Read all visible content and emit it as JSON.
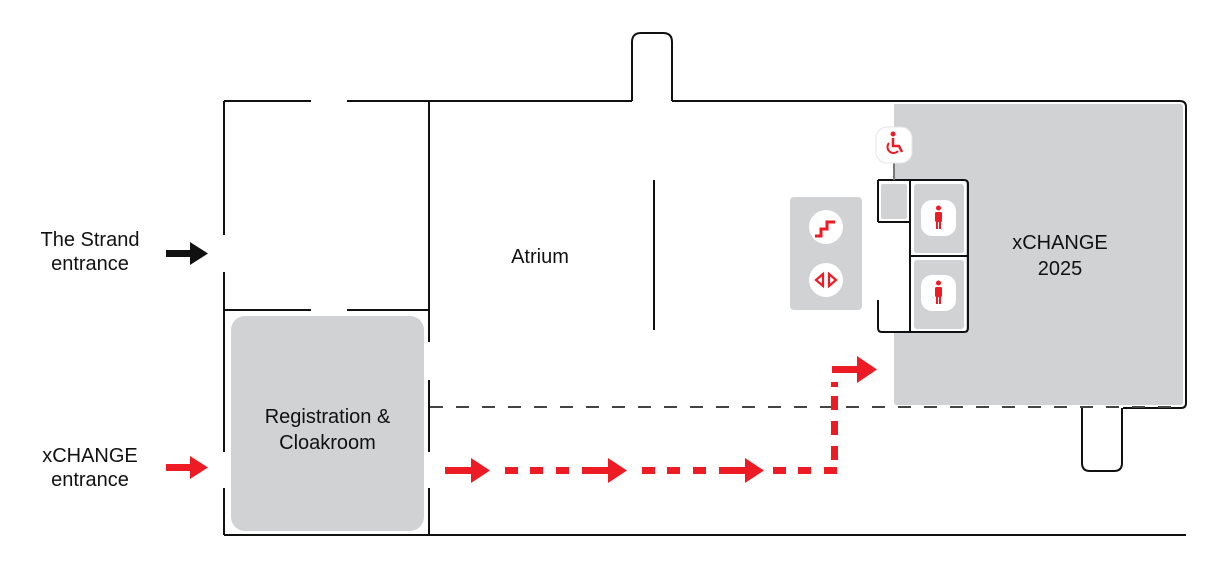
{
  "map": {
    "entrances": [
      {
        "id": "strand",
        "lines": [
          "The Strand",
          "entrance"
        ],
        "arrow_color": "#111111"
      },
      {
        "id": "xchange",
        "lines": [
          "xCHANGE",
          "entrance"
        ],
        "arrow_color": "#ed1c24"
      }
    ],
    "rooms": {
      "atrium": {
        "label": "Atrium"
      },
      "registration": {
        "lines": [
          "Registration &",
          "Cloakroom"
        ]
      },
      "xchange_hall": {
        "lines": [
          "xCHANGE",
          "2025"
        ]
      }
    },
    "facility_icons": [
      {
        "name": "accessible-toilet-icon",
        "meaning": "Accessible toilet"
      },
      {
        "name": "stairs-icon",
        "meaning": "Stairs"
      },
      {
        "name": "lift-icon",
        "meaning": "Lift"
      },
      {
        "name": "toilet-icon",
        "meaning": "Toilet"
      },
      {
        "name": "toilet-icon",
        "meaning": "Toilet"
      }
    ],
    "route": {
      "from": "xCHANGE entrance",
      "to": "xCHANGE 2025",
      "style": "dashed",
      "color": "#ed1c24"
    },
    "colors": {
      "accent": "#ed1c24",
      "room_fill": "#d1d2d4",
      "wall": "#111111",
      "text": "#111111"
    }
  }
}
